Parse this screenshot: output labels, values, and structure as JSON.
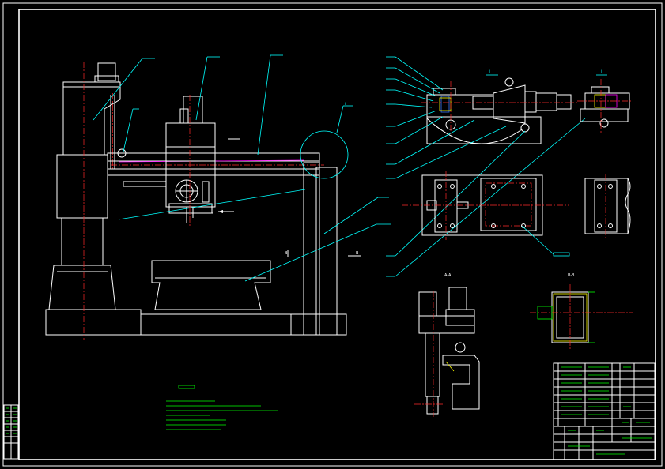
{
  "drawing": {
    "background": "#000000",
    "colors": {
      "outline": "#ffffff",
      "leader": "#00ffff",
      "centerline": "#ff2a2a",
      "note": "#00ff00",
      "highlight": "#ffff00",
      "accent": "#ff00ff"
    },
    "sheet_size": "A3",
    "views": [
      "front-view",
      "detail-view-ii",
      "detail-view-i",
      "plan-detail",
      "section-a-a",
      "section-b-b"
    ],
    "callout_count": 14,
    "notes_heading_present": true,
    "title_block_present": true
  }
}
